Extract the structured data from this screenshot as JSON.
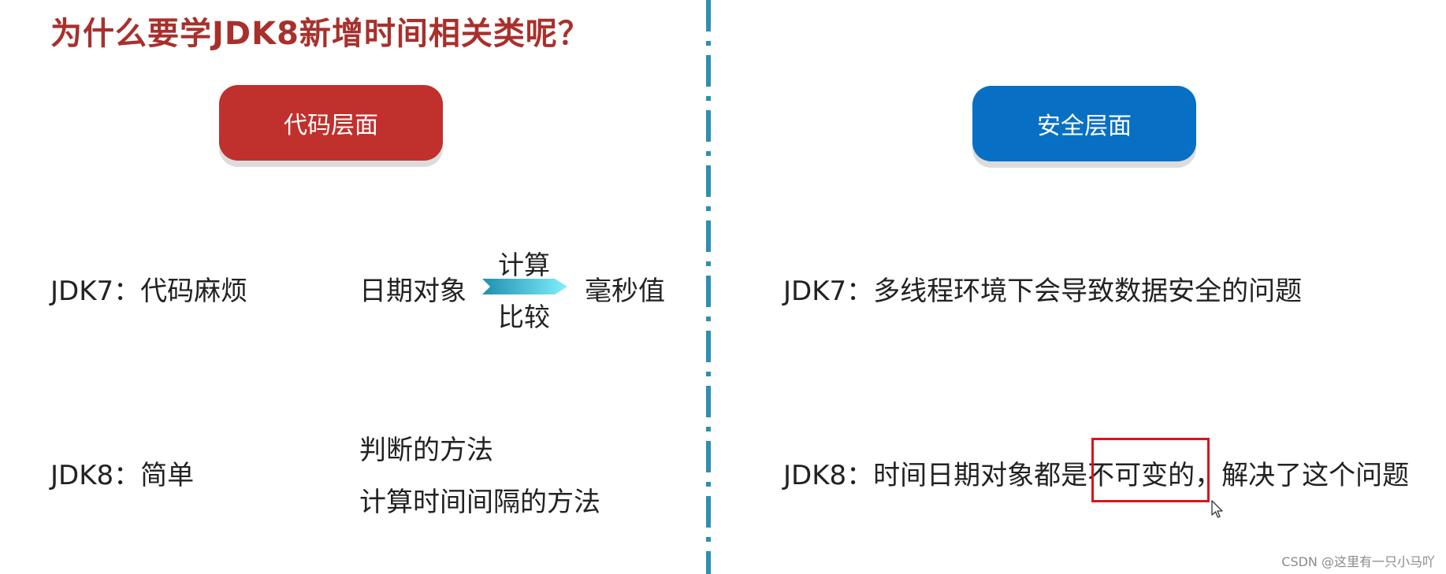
{
  "title": "为什么要学JDK8新增时间相关类呢？",
  "left": {
    "button_label": "代码层面",
    "jdk7_label": "JDK7：代码麻烦",
    "jdk7_from": "日期对象",
    "jdk7_op_top": "计算",
    "jdk7_op_bottom": "比较",
    "jdk7_to": "毫秒值",
    "jdk8_label": "JDK8：简单",
    "jdk8_item1": "判断的方法",
    "jdk8_item2": "计算时间间隔的方法"
  },
  "right": {
    "button_label": "安全层面",
    "jdk7_text": "JDK7：多线程环境下会导致数据安全的问题",
    "jdk8_prefix": "JDK8：时间日期对象都是",
    "jdk8_highlight": "不可变的",
    "jdk8_suffix": "，解决了这个问题"
  },
  "watermark": "CSDN @这里有一只小马吖",
  "colors": {
    "title": "#a8302c",
    "left_button": "#c0302c",
    "right_button": "#0870c4",
    "divider": "#2e8fb0",
    "highlight_border": "#d8141a"
  }
}
